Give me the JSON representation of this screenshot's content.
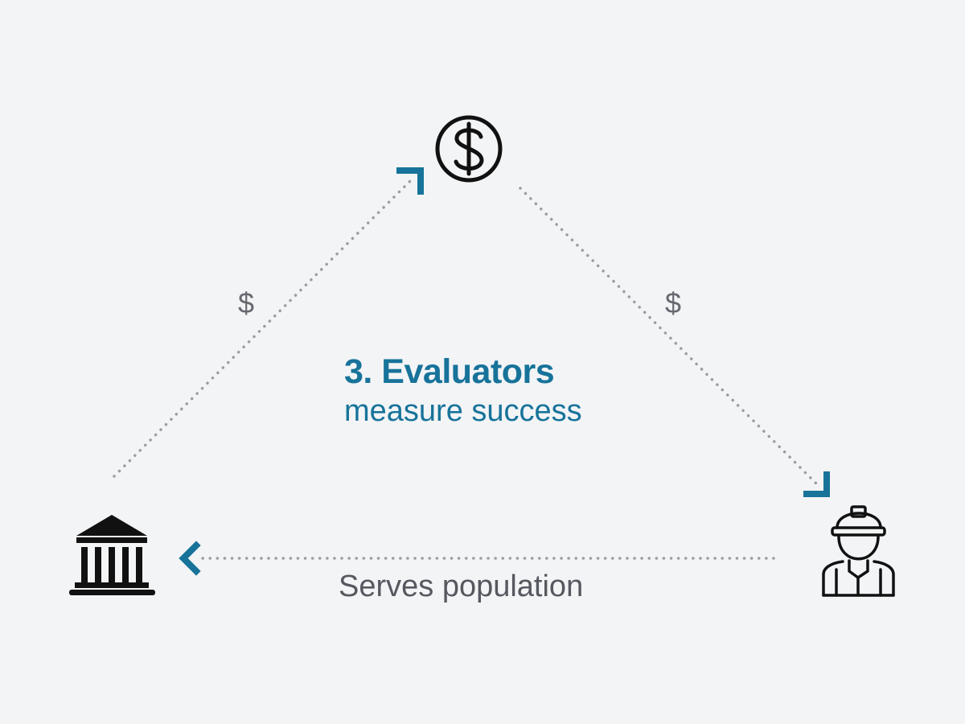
{
  "diagram": {
    "left_edge_label": "$",
    "right_edge_label": "$",
    "center_title": "3. Evaluators",
    "center_subtitle": "measure success",
    "bottom_edge_label": "Serves population"
  },
  "icons": {
    "top": "dollar-coin-icon",
    "bottom_left": "bank-building-icon",
    "bottom_right": "construction-worker-icon"
  },
  "colors": {
    "accent": "#17739a",
    "dotted_line": "#9a9ea4",
    "icon": "#111111",
    "muted_text": "#55595f",
    "background": "#f3f4f6"
  }
}
